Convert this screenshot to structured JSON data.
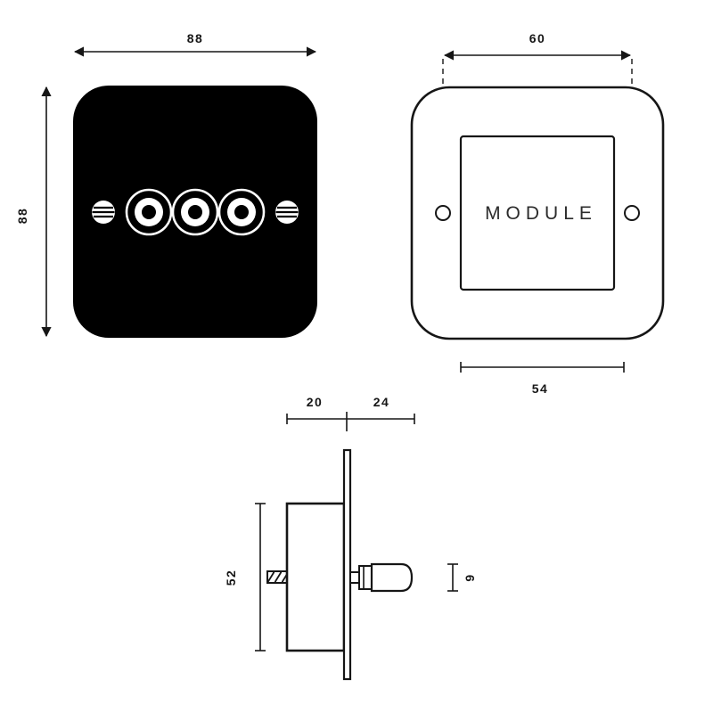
{
  "colors": {
    "background": "#ffffff",
    "line": "#161616",
    "plate": "#000000"
  },
  "front_view": {
    "width_dim": "88",
    "height_dim": "88"
  },
  "back_view": {
    "screw_spacing_dim": "60",
    "module_width_dim": "54",
    "module_label": "MODULE"
  },
  "side_view": {
    "box_depth_dim": "20",
    "toggle_depth_dim": "24",
    "box_height_dim": "52",
    "toggle_diameter_dim": "9"
  }
}
